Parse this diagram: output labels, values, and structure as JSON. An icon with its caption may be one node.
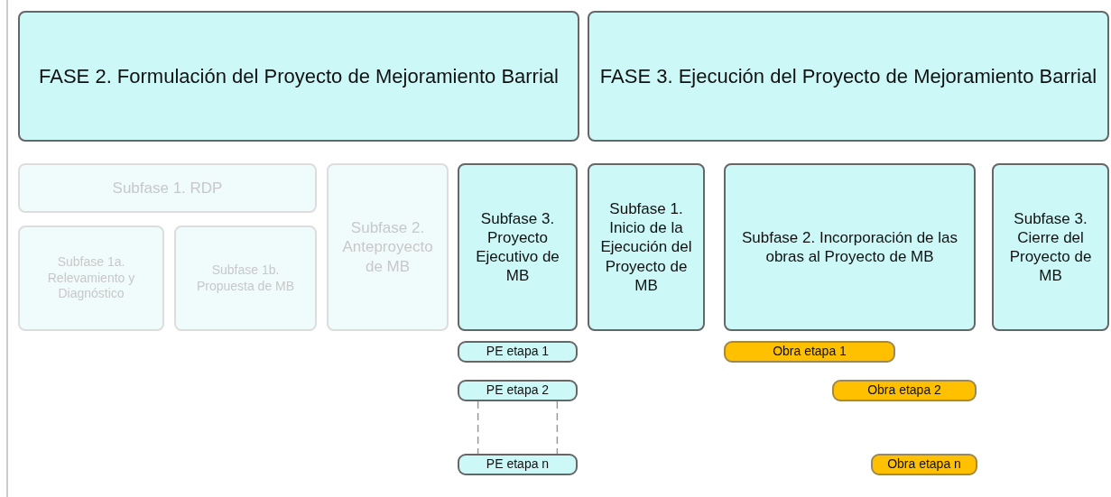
{
  "diagram": {
    "nodes": [
      {
        "text": [
          "FASE 2. Formulación del Proyecto de Mejoramiento Barrial"
        ]
      },
      {
        "text": [
          "FASE 3. Ejecución del Proyecto de Mejoramiento Barrial"
        ]
      },
      {
        "text": [
          "Subfase 1. RDP"
        ]
      },
      {
        "text": [
          "Subfase 1a. Relevamiento y Diagnóstico"
        ]
      },
      {
        "text": [
          "Subfase 1b. Propuesta de MB"
        ]
      },
      {
        "text": [
          "Subfase 2. Anteproyecto de MB"
        ]
      },
      {
        "text": [
          "Subfase 3. Proyecto Ejecutivo de MB"
        ]
      },
      {
        "text": [
          "Subfase 1. Inicio de la Ejecución del Proyecto de MB"
        ]
      },
      {
        "text": [
          "Subfase 2. Incorporación de las obras al Proyecto de MB"
        ]
      },
      {
        "text": [
          "Subfase 3. Cierre del Proyecto de MB"
        ]
      },
      {
        "text": [
          "PE etapa 1"
        ]
      },
      {
        "text": [
          "PE etapa 2"
        ]
      },
      {
        "text": [
          "PE etapa n"
        ]
      },
      {
        "text": [
          "Obra etapa 1"
        ]
      },
      {
        "text": [
          "Obra etapa 2"
        ]
      },
      {
        "text": [
          "Obra etapa n"
        ]
      }
    ],
    "edges": [
      {
        "from": 11,
        "to": 12,
        "arrow": "none",
        "style": "dashed"
      },
      {
        "from": 11,
        "to": 12,
        "arrow": "none",
        "style": "dashed"
      }
    ]
  }
}
